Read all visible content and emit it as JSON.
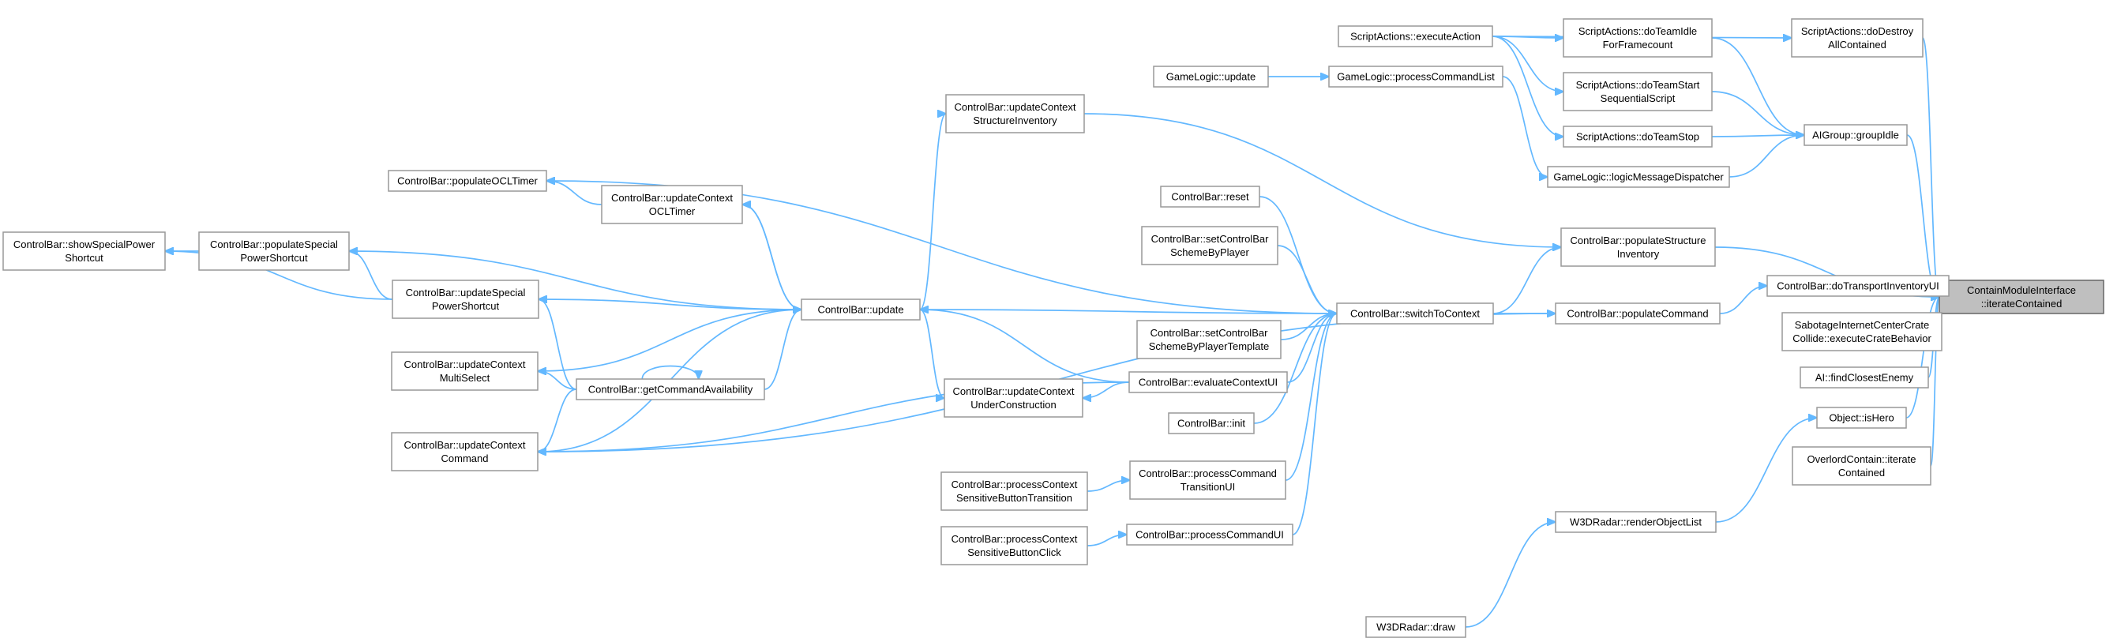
{
  "graph": {
    "root": "n_root",
    "nodes": [
      {
        "id": "n_root",
        "lines": [
          "ContainModuleInterface",
          "::iterateContained"
        ]
      },
      {
        "id": "n_destroy",
        "lines": [
          "ScriptActions::doDestroy",
          "AllContained"
        ]
      },
      {
        "id": "n_groupIdle",
        "lines": [
          "AIGroup::groupIdle"
        ]
      },
      {
        "id": "n_execAction",
        "lines": [
          "ScriptActions::executeAction"
        ]
      },
      {
        "id": "n_teamIdle",
        "lines": [
          "ScriptActions::doTeamIdle",
          "ForFramecount"
        ]
      },
      {
        "id": "n_teamStart",
        "lines": [
          "ScriptActions::doTeamStart",
          "SequentialScript"
        ]
      },
      {
        "id": "n_teamStop",
        "lines": [
          "ScriptActions::doTeamStop"
        ]
      },
      {
        "id": "n_glUpdate",
        "lines": [
          "GameLogic::update"
        ]
      },
      {
        "id": "n_procCmdList",
        "lines": [
          "GameLogic::processCommandList"
        ]
      },
      {
        "id": "n_msgDispatcher",
        "lines": [
          "GameLogic::logicMessageDispatcher"
        ]
      },
      {
        "id": "n_ucStructInv",
        "lines": [
          "ControlBar::updateContext",
          "StructureInventory"
        ]
      },
      {
        "id": "n_popOCL",
        "lines": [
          "ControlBar::populateOCLTimer"
        ]
      },
      {
        "id": "n_ucOCL",
        "lines": [
          "ControlBar::updateContext",
          "OCLTimer"
        ]
      },
      {
        "id": "n_reset",
        "lines": [
          "ControlBar::reset"
        ]
      },
      {
        "id": "n_setScheme",
        "lines": [
          "ControlBar::setControlBar",
          "SchemeByPlayer"
        ]
      },
      {
        "id": "n_popStructInv",
        "lines": [
          "ControlBar::populateStructure",
          "Inventory"
        ]
      },
      {
        "id": "n_showSpecial",
        "lines": [
          "ControlBar::showSpecialPower",
          "Shortcut"
        ]
      },
      {
        "id": "n_popSpecial",
        "lines": [
          "ControlBar::populateSpecial",
          "PowerShortcut"
        ]
      },
      {
        "id": "n_updSpecial",
        "lines": [
          "ControlBar::updateSpecial",
          "PowerShortcut"
        ]
      },
      {
        "id": "n_cbUpdate",
        "lines": [
          "ControlBar::update"
        ]
      },
      {
        "id": "n_switch",
        "lines": [
          "ControlBar::switchToContext"
        ]
      },
      {
        "id": "n_popCmd",
        "lines": [
          "ControlBar::populateCommand"
        ]
      },
      {
        "id": "n_doTransport",
        "lines": [
          "ControlBar::doTransportInventoryUI"
        ]
      },
      {
        "id": "n_sabotage",
        "lines": [
          "SabotageInternetCenterCrate",
          "Collide::executeCrateBehavior"
        ]
      },
      {
        "id": "n_setSchemeTmpl",
        "lines": [
          "ControlBar::setControlBar",
          "SchemeByPlayerTemplate"
        ]
      },
      {
        "id": "n_ucMulti",
        "lines": [
          "ControlBar::updateContext",
          "MultiSelect"
        ]
      },
      {
        "id": "n_getCmdAvail",
        "lines": [
          "ControlBar::getCommandAvailability"
        ]
      },
      {
        "id": "n_ucUnder",
        "lines": [
          "ControlBar::updateContext",
          "UnderConstruction"
        ]
      },
      {
        "id": "n_evalCtx",
        "lines": [
          "ControlBar::evaluateContextUI"
        ]
      },
      {
        "id": "n_findEnemy",
        "lines": [
          "AI::findClosestEnemy"
        ]
      },
      {
        "id": "n_ucCommand",
        "lines": [
          "ControlBar::updateContext",
          "Command"
        ]
      },
      {
        "id": "n_init",
        "lines": [
          "ControlBar::init"
        ]
      },
      {
        "id": "n_isHero",
        "lines": [
          "Object::isHero"
        ]
      },
      {
        "id": "n_overlord",
        "lines": [
          "OverlordContain::iterate",
          "Contained"
        ]
      },
      {
        "id": "n_pcsbTrans",
        "lines": [
          "ControlBar::processContext",
          "SensitiveButtonTransition"
        ]
      },
      {
        "id": "n_pcTransUI",
        "lines": [
          "ControlBar::processCommand",
          "TransitionUI"
        ]
      },
      {
        "id": "n_renderObj",
        "lines": [
          "W3DRadar::renderObjectList"
        ]
      },
      {
        "id": "n_pcsbClick",
        "lines": [
          "ControlBar::processContext",
          "SensitiveButtonClick"
        ]
      },
      {
        "id": "n_pcUI",
        "lines": [
          "ControlBar::processCommandUI"
        ]
      },
      {
        "id": "n_radarDraw",
        "lines": [
          "W3DRadar::draw"
        ]
      }
    ],
    "edges": [
      [
        "n_destroy",
        "n_root"
      ],
      [
        "n_groupIdle",
        "n_root"
      ],
      [
        "n_popStructInv",
        "n_root"
      ],
      [
        "n_doTransport",
        "n_root"
      ],
      [
        "n_sabotage",
        "n_root"
      ],
      [
        "n_findEnemy",
        "n_root"
      ],
      [
        "n_isHero",
        "n_root"
      ],
      [
        "n_overlord",
        "n_root"
      ],
      [
        "n_execAction",
        "n_destroy"
      ],
      [
        "n_teamIdle",
        "n_groupIdle"
      ],
      [
        "n_teamStart",
        "n_groupIdle"
      ],
      [
        "n_teamStop",
        "n_groupIdle"
      ],
      [
        "n_msgDispatcher",
        "n_groupIdle"
      ],
      [
        "n_execAction",
        "n_teamIdle"
      ],
      [
        "n_execAction",
        "n_teamStart"
      ],
      [
        "n_execAction",
        "n_teamStop"
      ],
      [
        "n_glUpdate",
        "n_procCmdList"
      ],
      [
        "n_procCmdList",
        "n_msgDispatcher"
      ],
      [
        "n_ucStructInv",
        "n_popStructInv"
      ],
      [
        "n_switch",
        "n_popStructInv"
      ],
      [
        "n_popCmd",
        "n_doTransport"
      ],
      [
        "n_switch",
        "n_popCmd"
      ],
      [
        "n_cbUpdate",
        "n_switch"
      ],
      [
        "n_reset",
        "n_switch"
      ],
      [
        "n_setScheme",
        "n_switch"
      ],
      [
        "n_setSchemeTmpl",
        "n_switch"
      ],
      [
        "n_evalCtx",
        "n_switch"
      ],
      [
        "n_init",
        "n_switch"
      ],
      [
        "n_pcTransUI",
        "n_switch"
      ],
      [
        "n_pcUI",
        "n_switch"
      ],
      [
        "n_switch",
        "n_popOCL"
      ],
      [
        "n_cbUpdate",
        "n_ucStructInv"
      ],
      [
        "n_cbUpdate",
        "n_ucOCL"
      ],
      [
        "n_ucOCL",
        "n_popOCL"
      ],
      [
        "n_ucOCL",
        "n_cbUpdate"
      ],
      [
        "n_cbUpdate",
        "n_popSpecial"
      ],
      [
        "n_cbUpdate",
        "n_updSpecial"
      ],
      [
        "n_cbUpdate",
        "n_ucMulti"
      ],
      [
        "n_cbUpdate",
        "n_ucCommand"
      ],
      [
        "n_cbUpdate",
        "n_ucUnder"
      ],
      [
        "n_evalCtx",
        "n_cbUpdate"
      ],
      [
        "n_getCmdAvail",
        "n_cbUpdate"
      ],
      [
        "n_popSpecial",
        "n_showSpecial"
      ],
      [
        "n_updSpecial",
        "n_showSpecial"
      ],
      [
        "n_updSpecial",
        "n_popSpecial"
      ],
      [
        "n_getCmdAvail",
        "n_updSpecial"
      ],
      [
        "n_getCmdAvail",
        "n_ucMulti"
      ],
      [
        "n_getCmdAvail",
        "n_ucCommand"
      ],
      [
        "n_getCmdAvail",
        "n_getCmdAvail"
      ],
      [
        "n_evalCtx",
        "n_ucUnder"
      ],
      [
        "n_evalCtx",
        "n_ucCommand"
      ],
      [
        "n_popCmd",
        "n_ucCommand"
      ],
      [
        "n_pcsbTrans",
        "n_pcTransUI"
      ],
      [
        "n_pcsbClick",
        "n_pcUI"
      ],
      [
        "n_renderObj",
        "n_isHero"
      ],
      [
        "n_radarDraw",
        "n_renderObj"
      ]
    ]
  }
}
